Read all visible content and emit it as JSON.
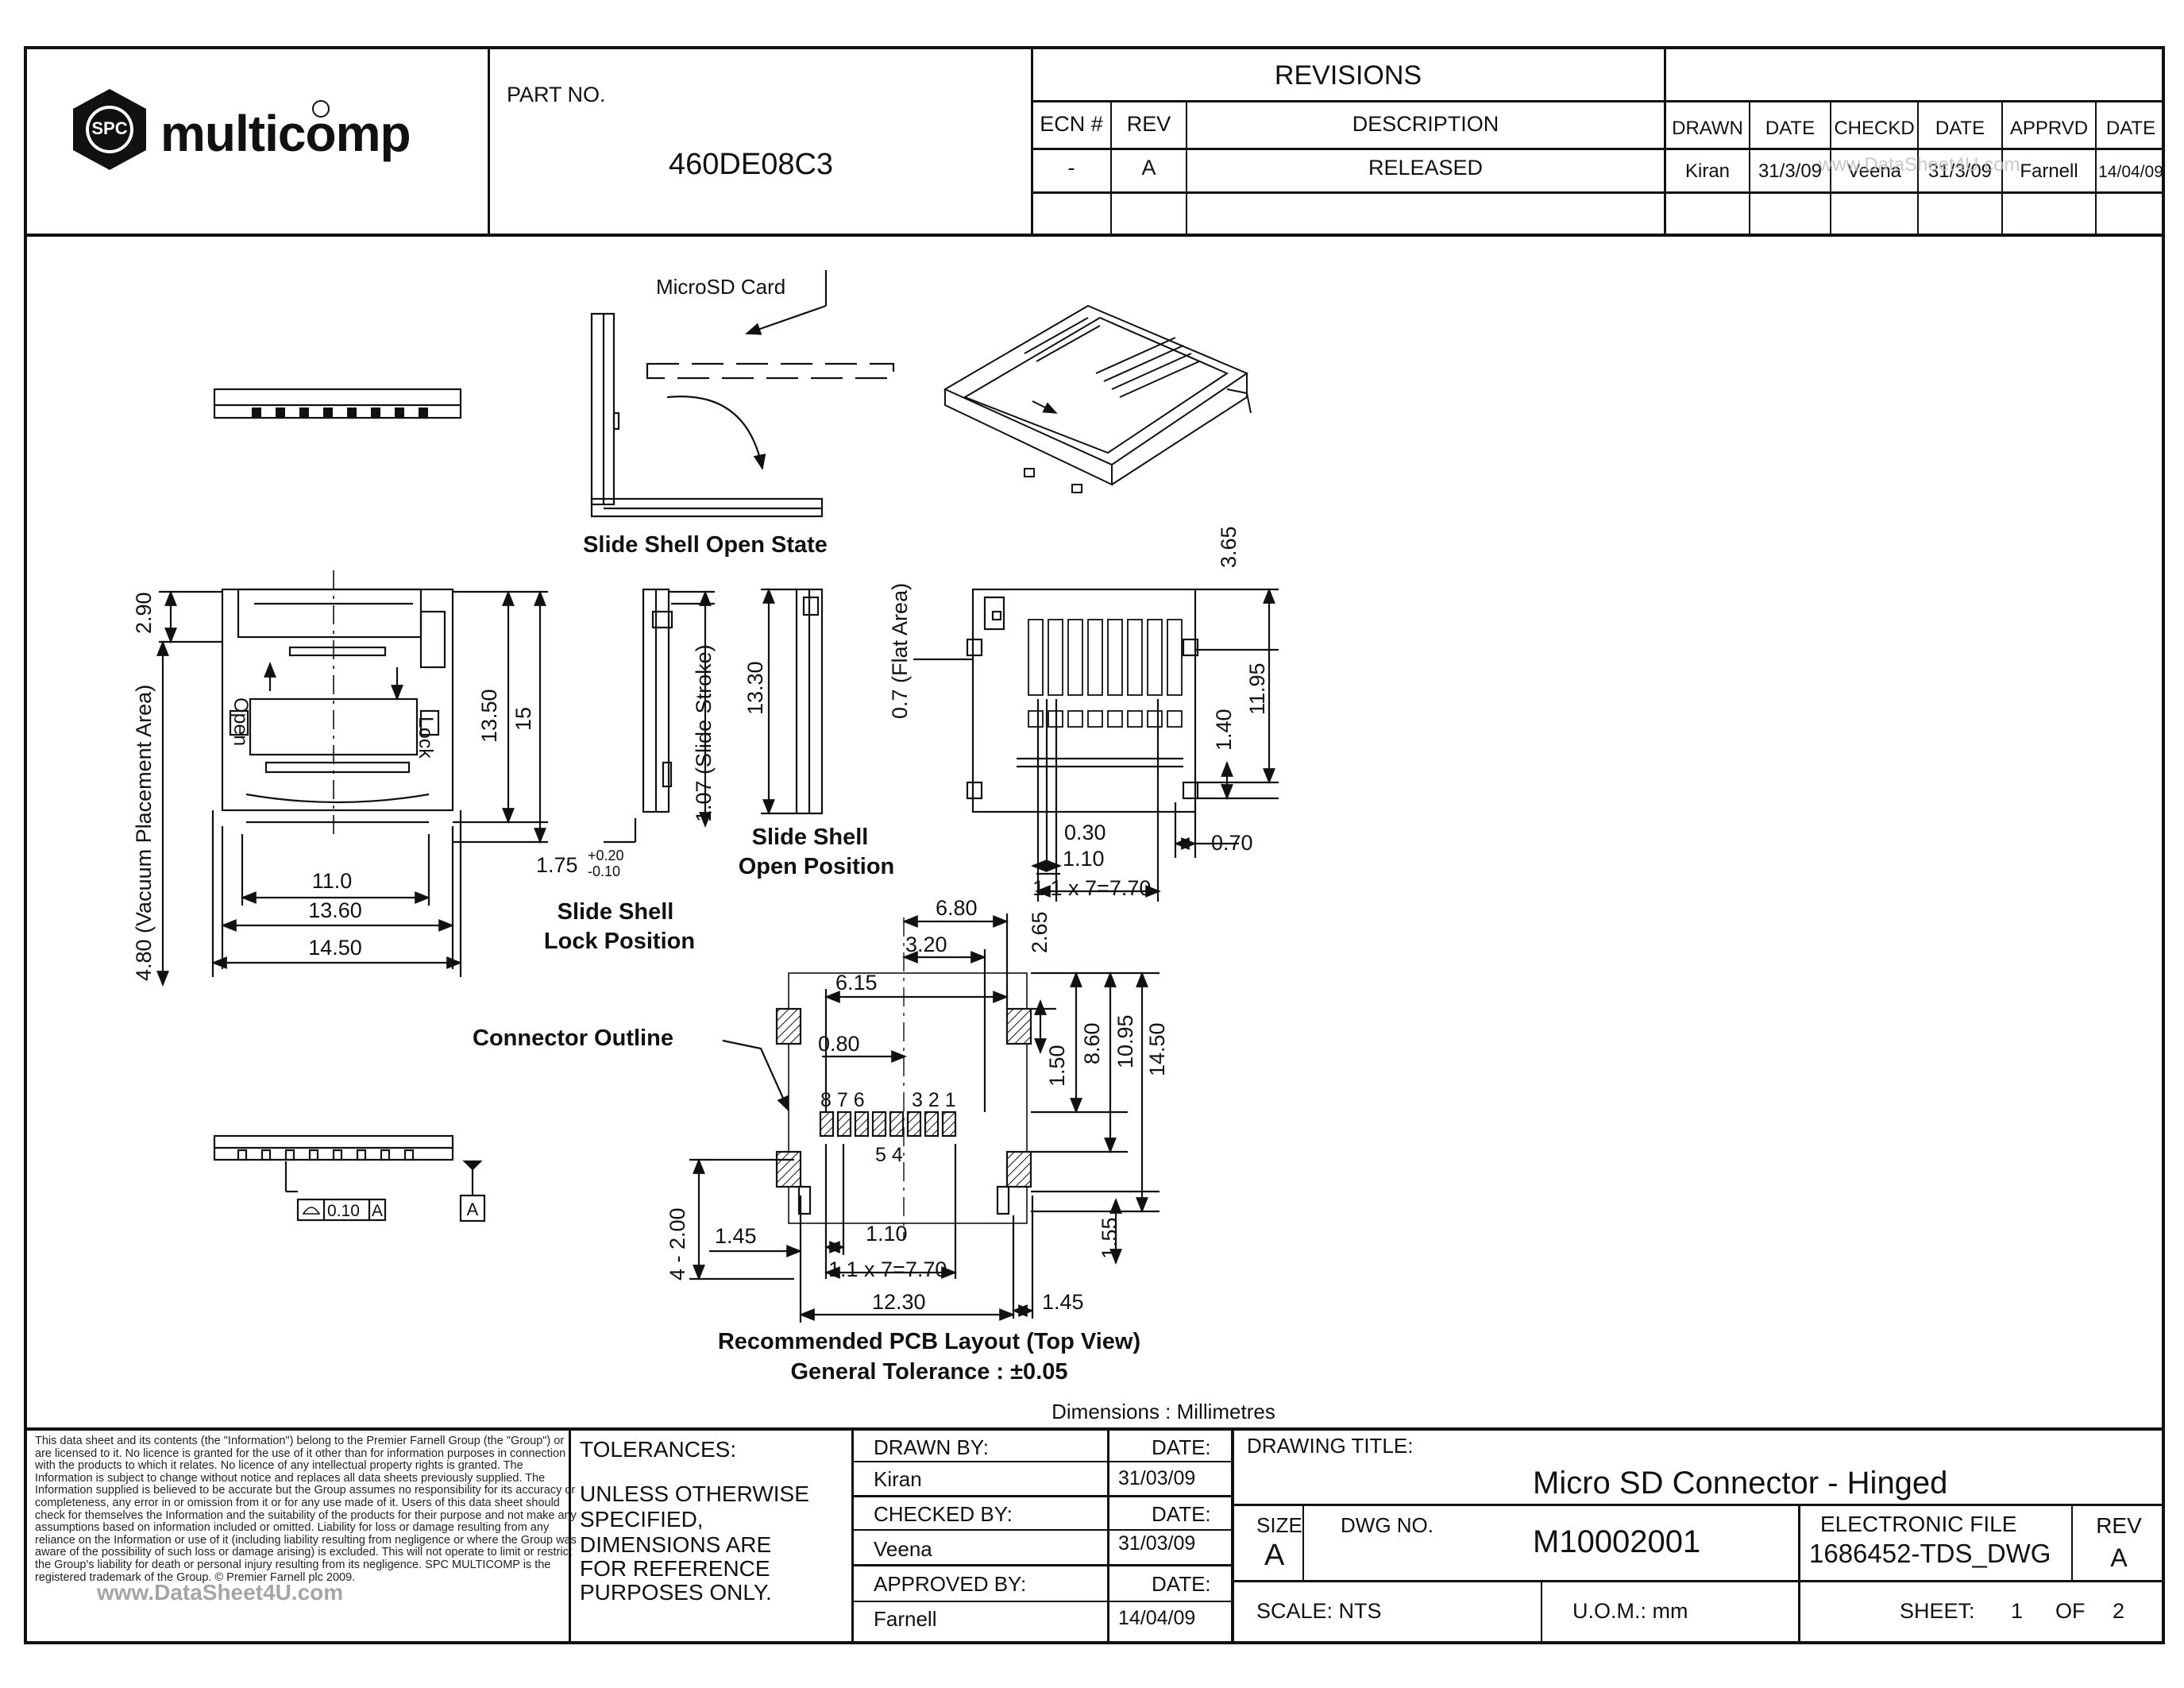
{
  "header": {
    "brand": "multicomp",
    "brand_mark": "SPC",
    "part_no_label": "PART NO.",
    "part_no": "460DE08C3",
    "revisions_title": "REVISIONS",
    "rev_cols": [
      "ECN #",
      "REV",
      "DESCRIPTION"
    ],
    "rev_row": [
      "-",
      "A",
      "RELEASED"
    ],
    "sign_cols": [
      "DRAWN",
      "DATE",
      "CHECKD",
      "DATE",
      "APPRVD",
      "DATE"
    ],
    "sign_row": [
      "Kiran",
      "31/3/09",
      "Veena",
      "31/3/09",
      "Farnell",
      "14/04/09"
    ],
    "watermark": "www.DataSheet4U.com"
  },
  "drawing": {
    "card_label": "MicroSD Card",
    "open_state": "Slide Shell Open State",
    "lock_pos": [
      "Slide Shell",
      "Lock Position"
    ],
    "open_pos": [
      "Slide Shell",
      "Open Position"
    ],
    "connector_outline": "Connector Outline",
    "pcb_title": "Recommended PCB Layout (Top View)",
    "tolerance": "General Tolerance : ±0.05",
    "units_note": "Dimensions : Millimetres",
    "open_text": "Open",
    "lock_text": "Lock",
    "dims": {
      "d290": "2.90",
      "d480": "4.80 (Vacuum Placement Area)",
      "d1350": "13.50",
      "d15": "15",
      "d110": "11.0",
      "d1360": "13.60",
      "d1450": "14.50",
      "d175": "1.75",
      "d175tol_up": "+0.20",
      "d175tol_dn": "-0.10",
      "d107": "1.07 (Slide Stroke)",
      "d1330": "13.30",
      "d07": "0.7 (Flat Area)",
      "d365": "3.65",
      "d1195": "11.95",
      "d140": "1.40",
      "d030": "0.30",
      "d110b": "1.10",
      "d770": "1.1 x 7=7.70",
      "d070": "0.70",
      "d680": "6.80",
      "d265": "2.65",
      "d320": "3.20",
      "d615": "6.15",
      "d080": "0.80",
      "d150": "1.50",
      "d860": "8.60",
      "d1095": "10.95",
      "d1450b": "14.50",
      "pins_a": "8 7 6",
      "pins_b": "3 2 1",
      "pins_c": "5 4",
      "d4x200": "4 - 2.00",
      "d145": "1.45",
      "d110c": "1.10",
      "d770b": "1.1 x 7=7.70",
      "d155": "1.55",
      "d1230": "12.30",
      "d145b": "1.45",
      "flatness": "0.10",
      "datum": "A"
    }
  },
  "titleblock": {
    "legal": "This data sheet and its contents (the \"Information\") belong to the Premier Farnell Group (the \"Group\") or are licensed to it. No licence is granted for the use of it other than for information purposes in connection with the products to which it relates. No licence of any intellectual property rights is granted. The Information is subject to change without notice and replaces all data sheets previously supplied. The Information supplied is believed to be accurate but the Group assumes no responsibility for its accuracy or completeness, any error in or omission from it or for any use made of it. Users of this data sheet should check for themselves the Information and the suitability of the products for their purpose and not make any assumptions based on information included or omitted. Liability for loss or damage resulting from any reliance on the Information or use of it (including liability resulting from negligence or where the Group was aware of the possibility of such loss or damage arising) is excluded. This will not operate to limit or restrict the Group's liability for death or personal injury resulting from its negligence. SPC MULTICOMP is the registered trademark of the Group. © Premier Farnell plc 2009.",
    "tolerances_label": "TOLERANCES:",
    "tolerances_text": [
      "UNLESS OTHERWISE",
      "SPECIFIED,",
      "DIMENSIONS ARE",
      "FOR REFERENCE",
      "PURPOSES ONLY."
    ],
    "drawn_by_label": "DRAWN BY:",
    "drawn_by": "Kiran",
    "checked_by_label": "CHECKED BY:",
    "checked_by": "Veena",
    "approved_by_label": "APPROVED BY:",
    "approved_by": "Farnell",
    "date_label": "DATE:",
    "drawn_date": "31/03/09",
    "checked_date": "31/03/09",
    "approved_date": "14/04/09",
    "drawing_title_label": "DRAWING TITLE:",
    "drawing_title": "Micro SD Connector - Hinged",
    "size_label": "SIZE",
    "size": "A",
    "dwg_no_label": "DWG NO.",
    "dwg_no": "M10002001",
    "electronic_file_label": "ELECTRONIC FILE",
    "electronic_file": "1686452-TDS_DWG",
    "rev_label": "REV",
    "rev": "A",
    "scale": "SCALE: NTS",
    "uom": "U.O.M.: mm",
    "sheet_label": "SHEET:",
    "sheet": "1",
    "of_label": "OF",
    "sheets": "2",
    "watermark": "www.DataSheet4U.com"
  }
}
